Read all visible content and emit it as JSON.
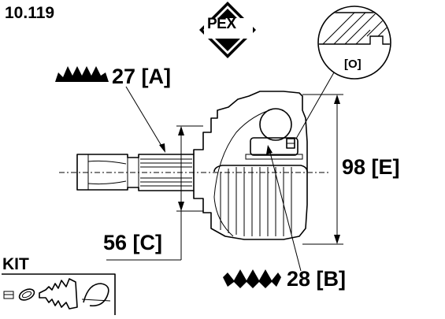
{
  "header": {
    "part_number": "10.119"
  },
  "brand": {
    "name": "PEX",
    "color": "#000000"
  },
  "dimensions": {
    "spline_outer": "27 [A]",
    "seal_diameter": "56 [C]",
    "outer_diameter": "98 [E]",
    "spline_inner": "28 [B]"
  },
  "detail": {
    "label": "[O]"
  },
  "kit": {
    "label": "KIT"
  },
  "icons": [
    "pex-logo-icon",
    "spline-a-icon",
    "spline-b-icon",
    "kit-clip-icon",
    "kit-ring-icon",
    "kit-boot-icon",
    "kit-band-icon"
  ]
}
